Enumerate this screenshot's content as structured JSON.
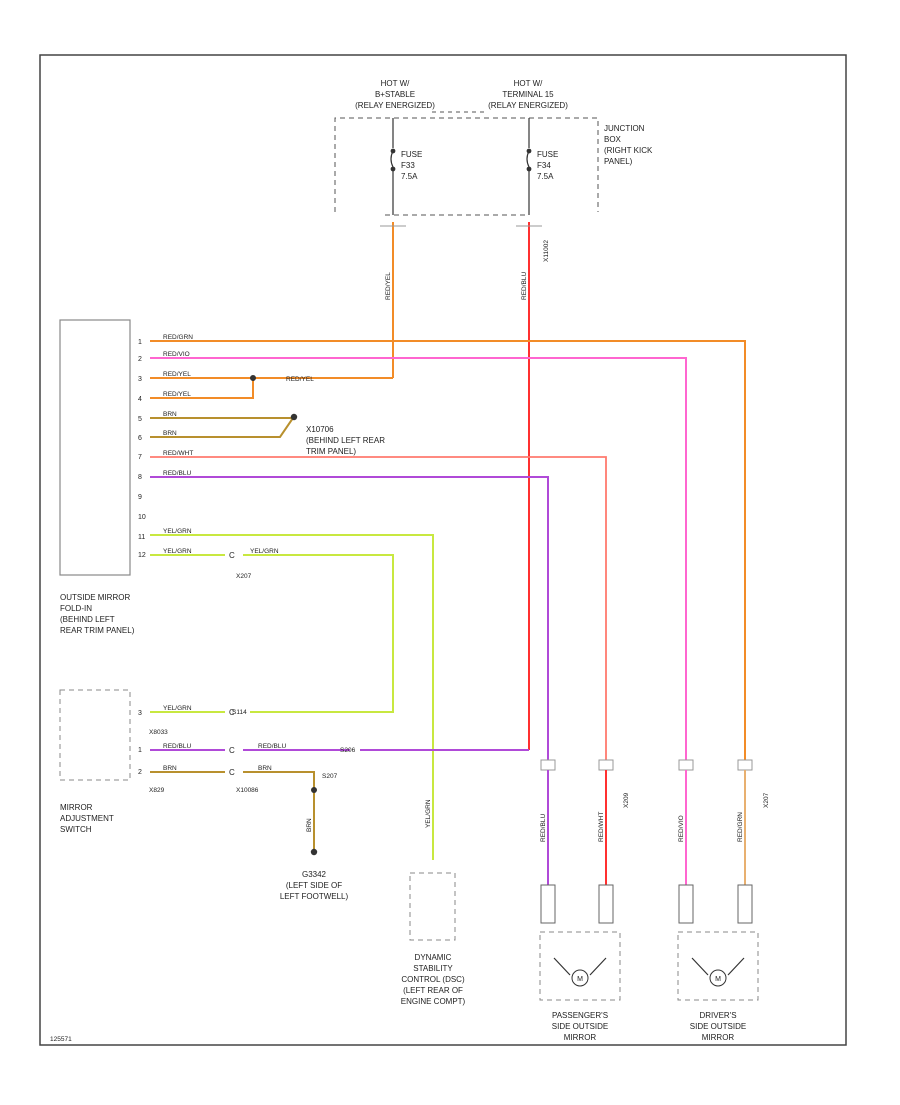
{
  "colors": {
    "orange": "#f28c28",
    "red": "#ff3030",
    "pink": "#ff66d0",
    "tan": "#e8b070",
    "brown": "#b8902e",
    "salmon": "#ff7a6e",
    "purple": "#b04ad8",
    "yellowgreen": "#c8e840",
    "frame": "#444444",
    "dash": "#555555"
  },
  "power": {
    "hot1": [
      "HOT W/",
      "B+STABLE",
      "(RELAY ENERGIZED)"
    ],
    "hot2": [
      "HOT W/",
      "TERMINAL 15",
      "(RELAY ENERGIZED)"
    ],
    "fuse1": [
      "FUSE",
      "F33",
      "7.5A"
    ],
    "fuse2": [
      "FUSE",
      "F34",
      "7.5A"
    ],
    "junction_box": [
      "JUNCTION",
      "BOX",
      "(RIGHT KICK",
      "PANEL)"
    ],
    "splice_x1": "X11002"
  },
  "module": {
    "name": [
      "OUTSIDE MIRROR",
      "FOLD-IN",
      "(BEHIND LEFT",
      "REAR TRIM PANEL)"
    ],
    "pins": [
      "1",
      "2",
      "3",
      "4",
      "5",
      "6",
      "7",
      "8",
      "9",
      "10",
      "11",
      "12"
    ],
    "wires": [
      "RED/GRN",
      "RED/VIO",
      "RED/YEL",
      "RED/YEL",
      "BRN",
      "BRN",
      "RED/WHT",
      "RED/BLU",
      "",
      "",
      "YEL/GRN",
      "YEL/GRN"
    ],
    "ground_conn": [
      "X10706",
      "(BEHIND LEFT REAR",
      "TRIM PANEL)"
    ],
    "wire_red_yel": "RED/YEL",
    "conn_s207": "S207",
    "wire_yel_grn": "YEL/GRN",
    "splice_x207": "X207"
  },
  "wires_vertical": {
    "fuse1_wire": "RED/YEL",
    "fuse2_wire": "RED/BLU",
    "dsc_wire": "YEL/GRN",
    "ground_wire": "BRN",
    "pass1": "RED/BLU",
    "pass2": "RED/WHT",
    "drv1": "RED/VIO",
    "drv2": "RED/GRN",
    "pass_lower1": "RED/BLU",
    "pass_lower2": "RED/WHT",
    "drv_lower1": "RED/VIO",
    "drv_lower2": "RED/GRN"
  },
  "switch": {
    "name": [
      "MIRROR",
      "ADJUSTMENT",
      "SWITCH"
    ],
    "conn_top": "X8033",
    "conn_bottom": "X829",
    "pins": [
      "3",
      "1",
      "2"
    ],
    "wires": [
      "YEL/GRN",
      "RED/BLU",
      "BRN"
    ],
    "wires2": [
      "RED/BLU",
      "BRN"
    ],
    "splices": [
      "S114",
      "S206",
      "S207"
    ],
    "ground_conn": "X10086",
    "marks": [
      "C",
      "C",
      "C"
    ]
  },
  "ground": {
    "name": [
      "G3342",
      "(LEFT SIDE OF",
      "LEFT FOOTWELL)"
    ]
  },
  "dsc": {
    "name": [
      "DYNAMIC",
      "STABILITY",
      "CONTROL (DSC)",
      "(LEFT REAR OF",
      "ENGINE COMPT)"
    ]
  },
  "mirrors": {
    "passenger": [
      "PASSENGER'S",
      "SIDE OUTSIDE",
      "MIRROR"
    ],
    "driver": [
      "DRIVER'S",
      "SIDE OUTSIDE",
      "MIRROR"
    ],
    "pass_conn": "X209",
    "drv_conn": "X207",
    "motor": "M"
  },
  "footer": {
    "code": "125571"
  }
}
